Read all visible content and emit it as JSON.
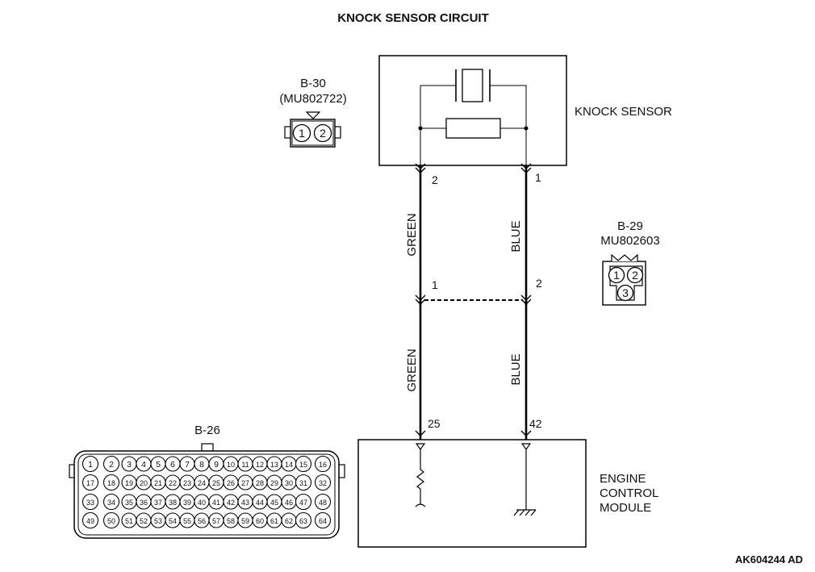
{
  "title": "KNOCK SENSOR CIRCUIT",
  "figure_id": "AK604244 AD",
  "knock_sensor": {
    "label": "KNOCK SENSOR",
    "pin_left": "2",
    "pin_right": "1"
  },
  "connector_b30": {
    "name": "B-30",
    "part": "(MU802722)",
    "pins": [
      "1",
      "2"
    ]
  },
  "connector_b29": {
    "name": "B-29",
    "part": "MU802603",
    "pins": [
      "1",
      "2",
      "3"
    ],
    "pin_left": "1",
    "pin_right": "2"
  },
  "connector_b26": {
    "name": "B-26",
    "rows": [
      [
        "1",
        "2",
        "3",
        "4",
        "5",
        "6",
        "7",
        "8",
        "9",
        "10",
        "11",
        "12",
        "13",
        "14",
        "15",
        "16"
      ],
      [
        "17",
        "18",
        "19",
        "20",
        "21",
        "22",
        "23",
        "24",
        "25",
        "26",
        "27",
        "28",
        "29",
        "30",
        "31",
        "32"
      ],
      [
        "33",
        "34",
        "35",
        "36",
        "37",
        "38",
        "39",
        "40",
        "41",
        "42",
        "43",
        "44",
        "45",
        "46",
        "47",
        "48"
      ],
      [
        "49",
        "50",
        "51",
        "52",
        "53",
        "54",
        "55",
        "56",
        "57",
        "58",
        "59",
        "60",
        "61",
        "62",
        "63",
        "64"
      ]
    ]
  },
  "wires": {
    "left_upper": "GREEN",
    "right_upper": "BLUE",
    "left_lower": "GREEN",
    "right_lower": "BLUE"
  },
  "ecm": {
    "label_lines": [
      "ENGINE",
      "CONTROL",
      "MODULE"
    ],
    "pin_left": "25",
    "pin_right": "42"
  }
}
